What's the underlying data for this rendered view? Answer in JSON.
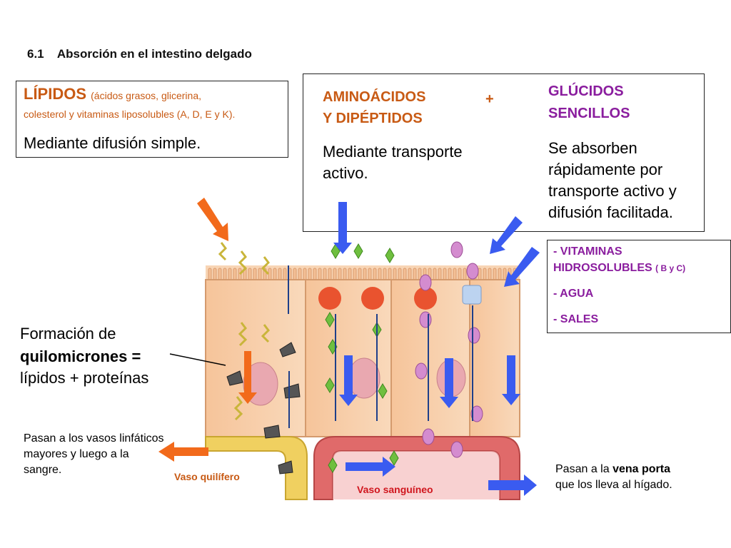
{
  "title": "6.1    Absorción en el intestino delgado",
  "lipidos": {
    "heading": "LÍPIDOS",
    "sub_a": "(ácidos grasos, glicerina,",
    "sub_b": "colesterol y vitaminas liposolubles (A, D, E y K).",
    "body": "Mediante difusión simple."
  },
  "aminoacidos": {
    "line1": "AMINOÁCIDOS",
    "plus": "+",
    "line2": "Y DIPÉPTIDOS",
    "body": "Mediante transporte activo."
  },
  "glucidos": {
    "line1": "GLÚCIDOS",
    "line2": "SENCILLOS",
    "body": "Se absorben rápidamente  por transporte activo y difusión facilitada."
  },
  "vitaminas": {
    "line1": "- VITAMINAS",
    "line2": "HIDROSOLUBLES",
    "line2_small": "( B y C)",
    "line3": "- AGUA",
    "line4": "- SALES"
  },
  "quilomicrones": {
    "line1": "Formación de",
    "bold": "quilomicrones =",
    "line3": "lípidos + proteínas"
  },
  "linfaticos": "Pasan a los vasos linfáticos mayores y luego a la sangre.",
  "vena_porta": {
    "pre": "Pasan a la ",
    "bold": "vena porta",
    "line2": "que los lleva al hígado."
  },
  "vaso_quilifero": "Vaso quilífero",
  "vaso_sanguineo": "Vaso sanguíneo",
  "colors": {
    "orange_arrow": "#f26a1b",
    "blue_arrow": "#3a5bf0",
    "orange_text": "#c85a14",
    "purple_text": "#8a1d9e",
    "cell_fill": "#f7c9a3",
    "vessel_red": "#e06a6a",
    "lacteal": "#f0d060"
  }
}
